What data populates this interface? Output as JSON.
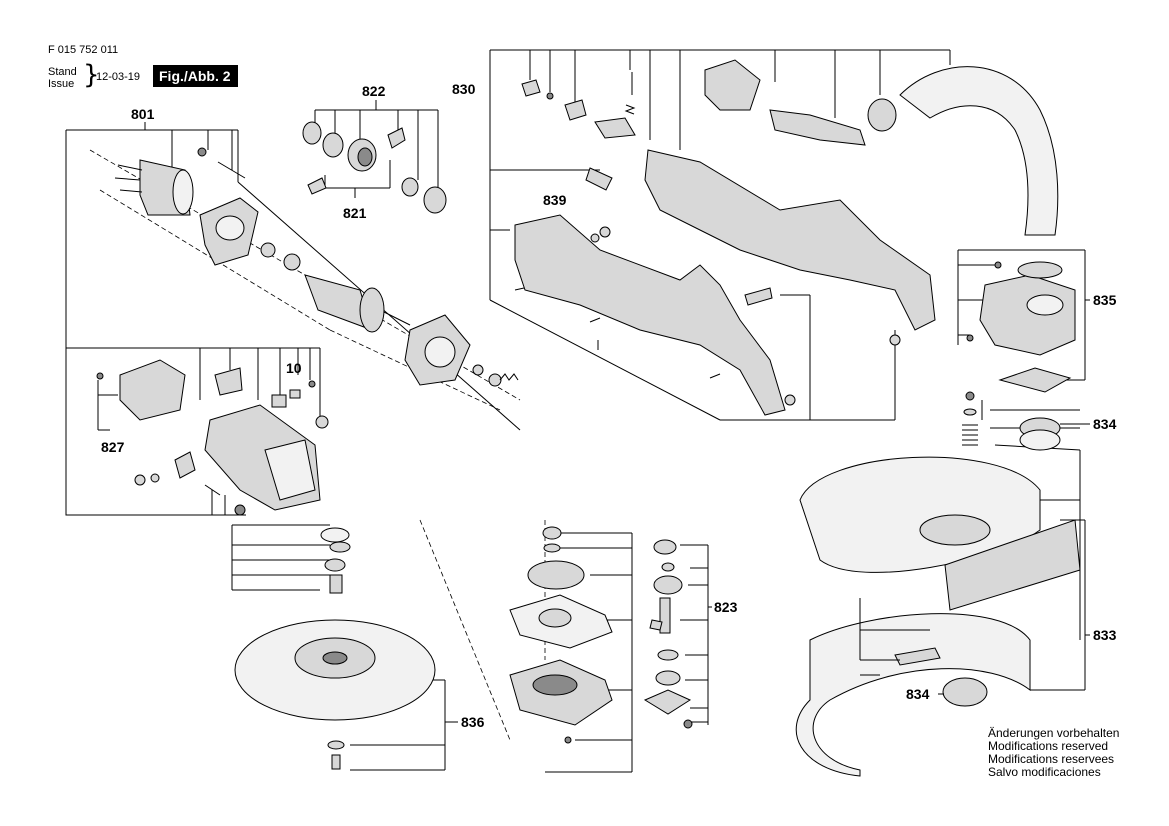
{
  "header": {
    "doc_code": "F 015 752 011",
    "stand_label": "Stand",
    "issue_label": "Issue",
    "date": "12-03-19",
    "figure_label": "Fig./Abb. 2"
  },
  "callouts": {
    "c801": "801",
    "c822": "822",
    "c821": "821",
    "c830": "830",
    "c839": "839",
    "c835": "835",
    "c834a": "834",
    "c834b": "834",
    "c833": "833",
    "c823": "823",
    "c836": "836",
    "c827": "827",
    "c10": "10"
  },
  "notice": {
    "line1": "Änderungen vorbehalten",
    "line2": "Modifications reserved",
    "line3": "Modifications reservees",
    "line4": "Salvo modificaciones"
  }
}
